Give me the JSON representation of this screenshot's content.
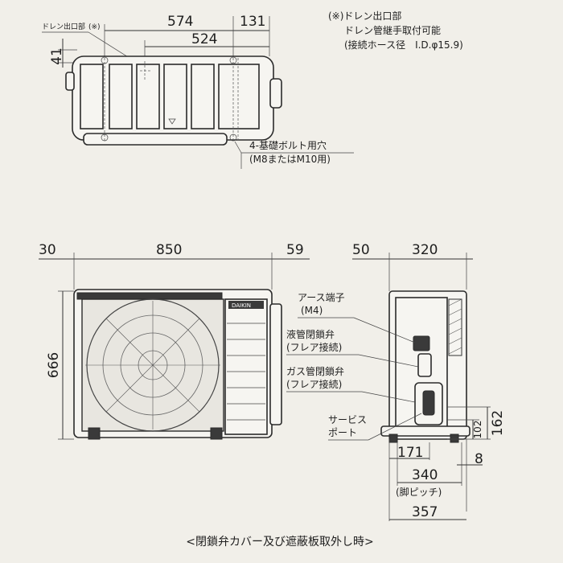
{
  "top_view": {
    "dims": {
      "d574": "574",
      "d131": "131",
      "d524": "524",
      "d41": "41"
    },
    "drain_label": "ドレン出口部",
    "drain_mark": "(※)",
    "bolt_note_1": "4-基礎ボルト用穴",
    "bolt_note_2": "(M8またはM10用)"
  },
  "footnote": {
    "line1": "(※)ドレン出口部",
    "line2": "ドレン管継手取付可能",
    "line3": "(接続ホース径　I.D.φ15.9)"
  },
  "front_view": {
    "dims": {
      "d30": "30",
      "d850": "850",
      "d59": "59",
      "d666": "666"
    },
    "brand": "DAIKIN"
  },
  "side_view": {
    "dims": {
      "d50": "50",
      "d320": "320",
      "d102": "102",
      "d162": "162",
      "d171": "171",
      "d8": "8",
      "d340": "340",
      "d357": "357"
    },
    "pitch_label": "(脚ピッチ)"
  },
  "callouts": {
    "earth_1": "アース端子",
    "earth_2": "(M4)",
    "liquid_1": "液管閉鎖弁",
    "liquid_2": "(フレア接続)",
    "gas_1": "ガス管閉鎖弁",
    "gas_2": "(フレア接続)",
    "service_1": "サービス",
    "service_2": "ポート"
  },
  "caption": "<閉鎖弁カバー及び遮蔽板取外し時>"
}
